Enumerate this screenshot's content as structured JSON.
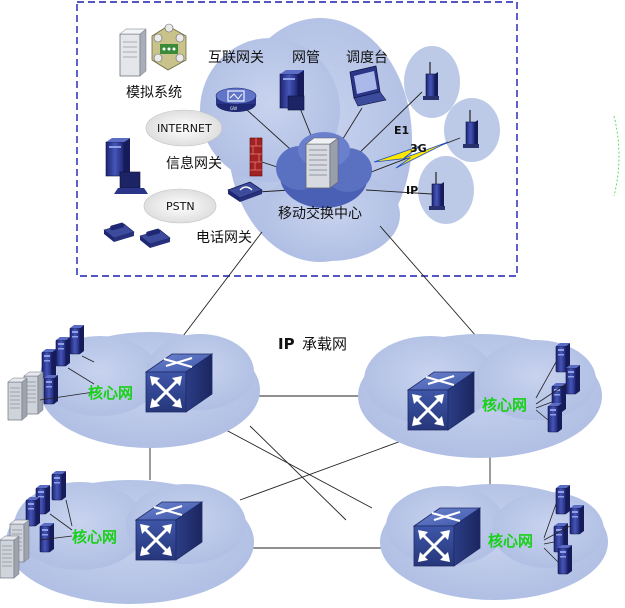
{
  "top_cluster": {
    "sim_system": "模拟系统",
    "internet_gw": "互联网关",
    "netmgmt": "网管",
    "dispatch": "调度台",
    "internet": "INTERNET",
    "info_gw": "信息网关",
    "pstn": "PSTN",
    "phone_gw": "电话网关",
    "msc": "移动交换中心",
    "e1": "E1",
    "g3": "3G",
    "ip": "IP",
    "gw_badge": "GW"
  },
  "bearer": {
    "label_ip": "IP",
    "label_rest": "承载网"
  },
  "core_nodes": [
    {
      "label": "核心网"
    },
    {
      "label": "核心网"
    },
    {
      "label": "核心网"
    },
    {
      "label": "核心网"
    }
  ],
  "colors": {
    "cloud": "#bccae8",
    "cloud_edge": "#9fb1dc",
    "router": "#3d55a6",
    "core_text": "#19d119",
    "dash": "#1b1fb0",
    "server": "#29328a"
  }
}
